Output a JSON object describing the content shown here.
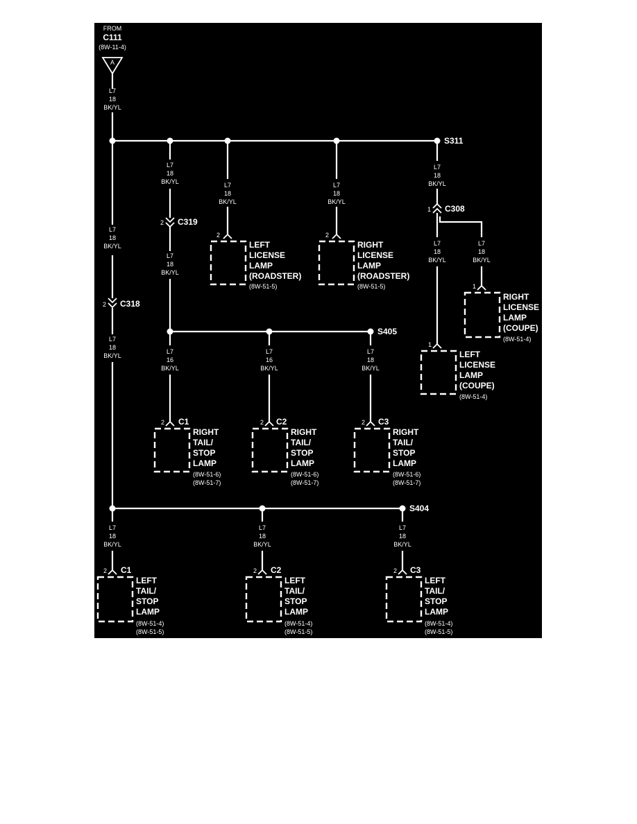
{
  "source": {
    "from": "FROM",
    "connector": "C111",
    "ref": "(8W-11-4)",
    "triangle": "A"
  },
  "wire": {
    "circuit": "L7",
    "gauge": "18",
    "color": "BK/YL",
    "gauge_alt": "16"
  },
  "splices": {
    "s311": "S311",
    "s405": "S405",
    "s404": "S404"
  },
  "connectors": {
    "c318": "C318",
    "c319": "C319",
    "c308": "C308",
    "c1": "C1",
    "c2": "C2",
    "c3": "C3"
  },
  "pins": {
    "p1": "1",
    "p2": "2"
  },
  "lamps": {
    "left_license_roadster": [
      "LEFT",
      "LICENSE",
      "LAMP",
      "(ROADSTER)"
    ],
    "right_license_roadster": [
      "RIGHT",
      "LICENSE",
      "LAMP",
      "(ROADSTER)"
    ],
    "right_license_coupe": [
      "RIGHT",
      "LICENSE",
      "LAMP",
      "(COUPE)"
    ],
    "left_license_coupe": [
      "LEFT",
      "LICENSE",
      "LAMP",
      "(COUPE)"
    ],
    "right_tail_stop": [
      "RIGHT",
      "TAIL/",
      "STOP",
      "LAMP"
    ],
    "left_tail_stop": [
      "LEFT",
      "TAIL/",
      "STOP",
      "LAMP"
    ]
  },
  "refs": {
    "r51_4": "(8W-51-4)",
    "r51_5": "(8W-51-5)",
    "r51_6": "(8W-51-6)",
    "r51_7": "(8W-51-7)"
  }
}
